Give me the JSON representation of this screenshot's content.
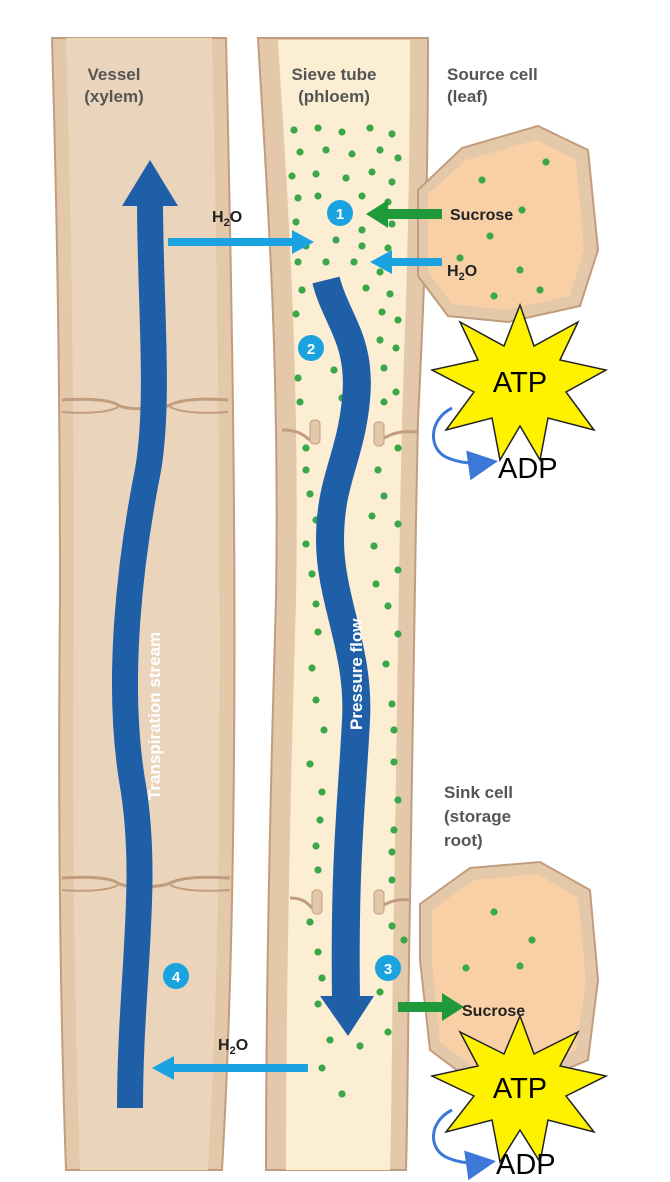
{
  "labels": {
    "vessel_line1": "Vessel",
    "vessel_line2": "(xylem)",
    "sieve_line1": "Sieve tube",
    "sieve_line2": "(phloem)",
    "source_line1": "Source cell",
    "source_line2": "(leaf)",
    "sink_line1": "Sink cell",
    "sink_line2": "(storage",
    "sink_line3": "root)"
  },
  "flows": {
    "h2o_top_main": "H2O",
    "h2o_top_source": "H2O",
    "h2o_bottom": "H2O",
    "sucrose_top": "Sucrose",
    "sucrose_bottom": "Sucrose",
    "transpiration": "Transpiration stream",
    "pressure": "Pressure flow"
  },
  "steps": [
    "1",
    "2",
    "3",
    "4"
  ],
  "energy": {
    "atp_top": "ATP",
    "adp_top": "ADP",
    "atp_bottom": "ATP",
    "adp_bottom": "ADP"
  },
  "colors": {
    "tube_wall": "#e7cdb2",
    "tube_edge": "#c6a283",
    "phloem_fill": "#fbeed2",
    "xylem_fill": "#e9d3b8",
    "cell_fill": "#f9d0a6",
    "sucrose_dot": "#3aa84a",
    "blue_main": "#1f5fa8",
    "blue_light": "#1aa3e0",
    "green_arrow": "#1f9a3a",
    "starburst": "#fff200"
  }
}
